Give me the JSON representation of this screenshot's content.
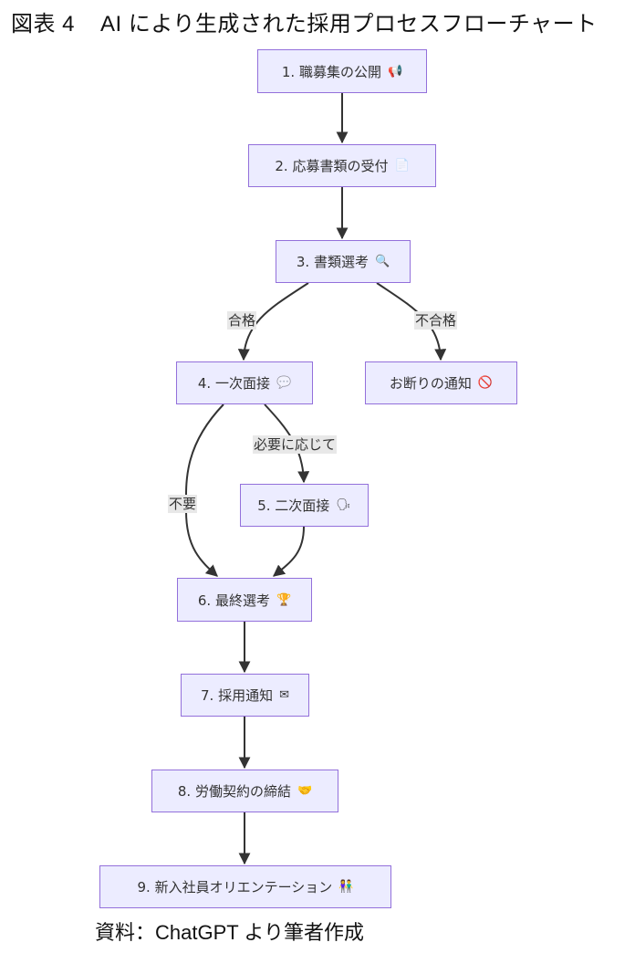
{
  "figure": {
    "number": "図表 4",
    "title": "AI により生成された採用プロセスフローチャート",
    "source": "資料：ChatGPT より筆者作成"
  },
  "nodes": {
    "n1": {
      "label": "1. 職募集の公開",
      "icon": "megaphone-icon",
      "glyph": "📢"
    },
    "n2": {
      "label": "2. 応募書類の受付",
      "icon": "document-icon",
      "glyph": "📄"
    },
    "n3": {
      "label": "3. 書類選考",
      "icon": "magnifier-icon",
      "glyph": "🔍"
    },
    "n4": {
      "label": "4. 一次面接",
      "icon": "speech-bubble-icon",
      "glyph": "💬"
    },
    "reject": {
      "label": "お断りの通知",
      "icon": "prohibited-icon",
      "glyph": "🚫"
    },
    "n5": {
      "label": "5. 二次面接",
      "icon": "speaking-head-icon",
      "glyph": "🗣"
    },
    "n6": {
      "label": "6. 最終選考",
      "icon": "trophy-icon",
      "glyph": "🏆"
    },
    "n7": {
      "label": "7. 採用通知",
      "icon": "envelope-icon",
      "glyph": "✉"
    },
    "n8": {
      "label": "8. 労働契約の締結",
      "icon": "handshake-icon",
      "glyph": "🤝"
    },
    "n9": {
      "label": "9. 新入社員オリエンテーション",
      "icon": "people-icon",
      "glyph": "👫"
    }
  },
  "edges": [
    {
      "from": "n1",
      "to": "n2",
      "label": ""
    },
    {
      "from": "n2",
      "to": "n3",
      "label": ""
    },
    {
      "from": "n3",
      "to": "n4",
      "label": "合格"
    },
    {
      "from": "n3",
      "to": "reject",
      "label": "不合格"
    },
    {
      "from": "n4",
      "to": "n5",
      "label": "必要に応じて"
    },
    {
      "from": "n4",
      "to": "n6",
      "label": "不要"
    },
    {
      "from": "n5",
      "to": "n6",
      "label": ""
    },
    {
      "from": "n6",
      "to": "n7",
      "label": ""
    },
    {
      "from": "n7",
      "to": "n8",
      "label": ""
    },
    {
      "from": "n8",
      "to": "n9",
      "label": ""
    }
  ],
  "colors": {
    "node_fill": "#ececff",
    "node_border": "#9370db",
    "edge": "#333333",
    "label_bg": "#e8e8e8"
  }
}
